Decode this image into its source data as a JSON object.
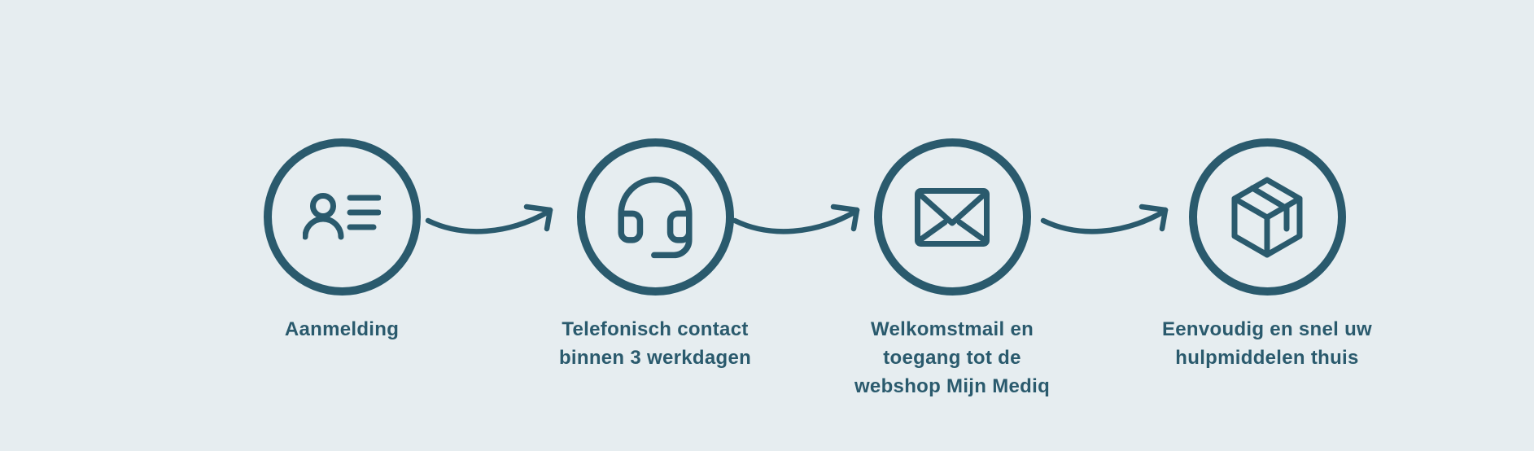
{
  "page": {
    "background_color": "#e6edf0",
    "ink_color": "#2a5a6d"
  },
  "process": {
    "connector_icon": "curved-arrow-right-icon",
    "steps": [
      {
        "icon": "person-list-icon",
        "label": [
          "Aanmelding"
        ]
      },
      {
        "icon": "headset-icon",
        "label": [
          "Telefonisch contact",
          "binnen 3 werkdagen"
        ]
      },
      {
        "icon": "envelope-icon",
        "label": [
          "Welkomstmail en",
          "toegang tot de",
          "webshop Mijn Mediq"
        ]
      },
      {
        "icon": "package-box-icon",
        "label": [
          "Eenvoudig en snel uw",
          "hulpmiddelen thuis"
        ]
      }
    ]
  }
}
